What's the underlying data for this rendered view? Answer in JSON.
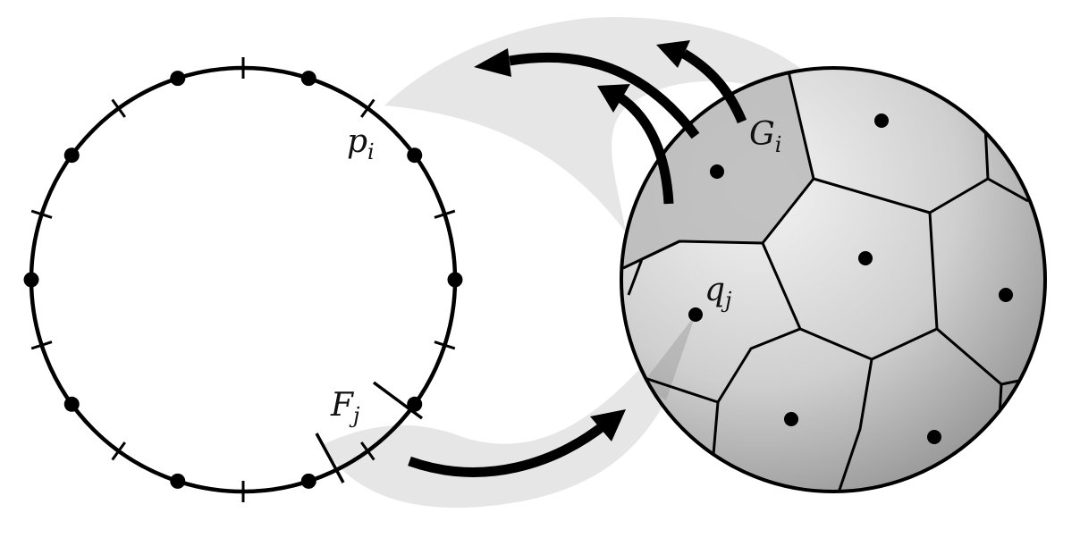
{
  "labels": {
    "p": {
      "base": "p",
      "sub": "i"
    },
    "G": {
      "base": "G",
      "sub": "i"
    },
    "q": {
      "base": "q",
      "sub": "j"
    },
    "F": {
      "base": "F",
      "sub": "j"
    }
  },
  "colors": {
    "stroke": "#000000",
    "halo": "#e6e6e6",
    "sphere_light": "#f2f2f2",
    "sphere_dark": "#8e8e8e",
    "highlight_cell": "#b9b9b9"
  },
  "circle": {
    "point_count": 10,
    "tick_count": 10,
    "point_offset_deg": 0,
    "tick_offset_deg": 18
  }
}
